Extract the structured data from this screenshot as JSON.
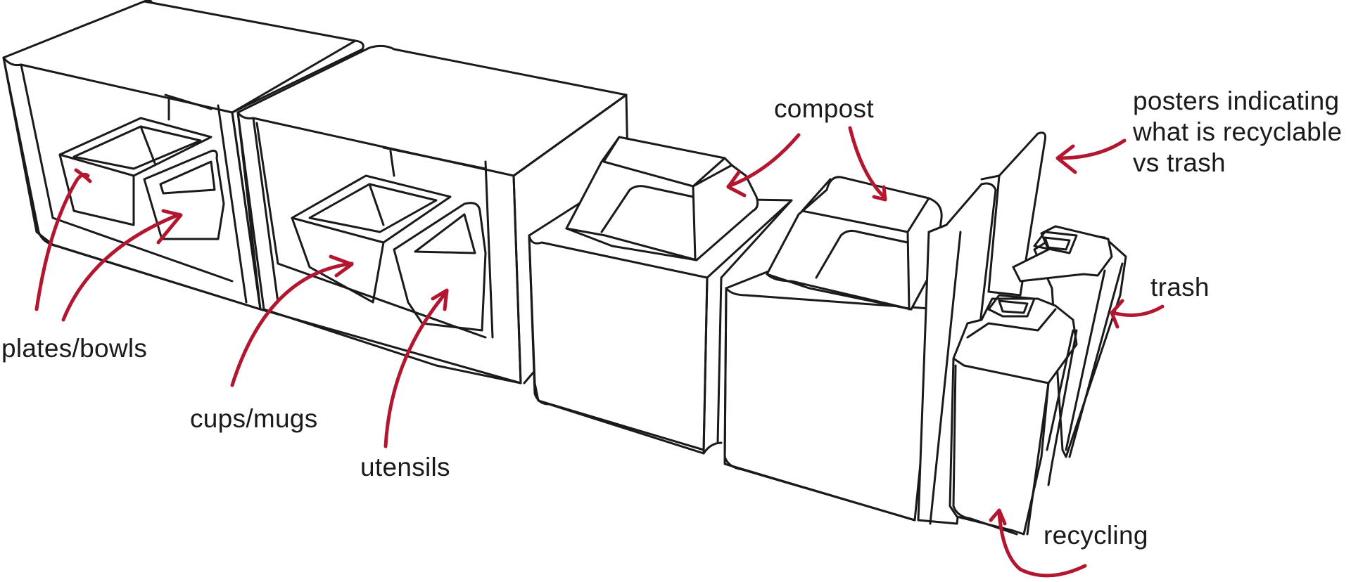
{
  "labels": {
    "plates_bowls": "plates/bowls",
    "cups_mugs": "cups/mugs",
    "utensils": "utensils",
    "compost": "compost",
    "posters_line1": "posters indicating",
    "posters_line2": "what is recyclable",
    "posters_line3": "vs trash",
    "trash": "trash",
    "recycling": "recycling"
  },
  "colors": {
    "ink": "#1a1a1a",
    "arrow": "#b3172f",
    "background": "#ffffff"
  }
}
